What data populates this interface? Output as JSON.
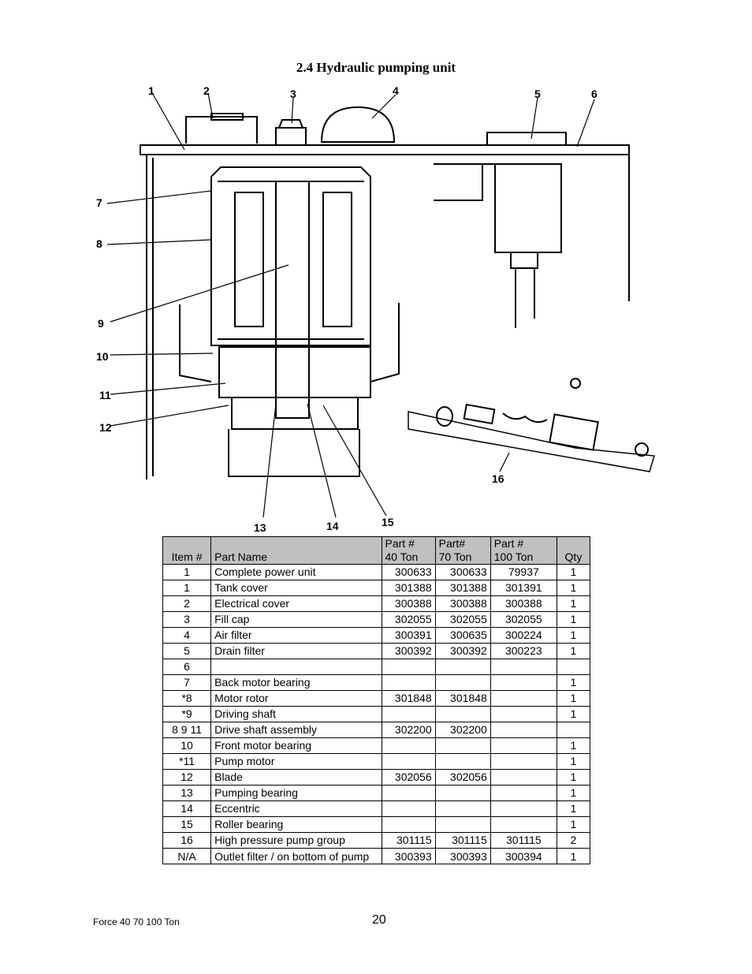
{
  "section_title": "2.4 Hydraulic pumping unit",
  "diagram": {
    "callouts": [
      "1",
      "2",
      "3",
      "4",
      "5",
      "6",
      "7",
      "8",
      "9",
      "10",
      "11",
      "12",
      "13",
      "14",
      "15",
      "16"
    ]
  },
  "table": {
    "headers": {
      "item": "Item #",
      "name": "Part Name",
      "p40": "Part #\n40 Ton",
      "p70": "Part#\n70 Ton",
      "p100": "Part #\n100 Ton",
      "qty": "Qty"
    },
    "rows": [
      {
        "item": "1",
        "name": "Complete power unit",
        "p40": "300633",
        "p70": "300633",
        "p100": "79937",
        "qty": "1"
      },
      {
        "item": "1",
        "name": "Tank cover",
        "p40": "301388",
        "p70": "301388",
        "p100": "301391",
        "qty": "1"
      },
      {
        "item": "2",
        "name": "Electrical cover",
        "p40": "300388",
        "p70": "300388",
        "p100": "300388",
        "qty": "1"
      },
      {
        "item": "3",
        "name": "Fill cap",
        "p40": "302055",
        "p70": "302055",
        "p100": "302055",
        "qty": "1"
      },
      {
        "item": "4",
        "name": "Air filter",
        "p40": "300391",
        "p70": "300635",
        "p100": "300224",
        "qty": "1"
      },
      {
        "item": "5",
        "name": "Drain filter",
        "p40": "300392",
        "p70": "300392",
        "p100": "300223",
        "qty": "1"
      },
      {
        "item": "6",
        "name": "",
        "p40": "",
        "p70": "",
        "p100": "",
        "qty": ""
      },
      {
        "item": "7",
        "name": "Back motor bearing",
        "p40": "",
        "p70": "",
        "p100": "",
        "qty": "1"
      },
      {
        "item": "*8",
        "name": "Motor rotor",
        "p40": "301848",
        "p70": "301848",
        "p100": "",
        "qty": "1"
      },
      {
        "item": "*9",
        "name": "Driving shaft",
        "p40": "",
        "p70": "",
        "p100": "",
        "qty": "1"
      },
      {
        "item": "8 9 11",
        "name": "Drive shaft assembly",
        "p40": "302200",
        "p70": "302200",
        "p100": "",
        "qty": ""
      },
      {
        "item": "10",
        "name": "Front motor bearing",
        "p40": "",
        "p70": "",
        "p100": "",
        "qty": "1"
      },
      {
        "item": "*11",
        "name": "Pump motor",
        "p40": "",
        "p70": "",
        "p100": "",
        "qty": "1"
      },
      {
        "item": "12",
        "name": "Blade",
        "p40": "302056",
        "p70": "302056",
        "p100": "",
        "qty": "1"
      },
      {
        "item": "13",
        "name": "Pumping bearing",
        "p40": "",
        "p70": "",
        "p100": "",
        "qty": "1"
      },
      {
        "item": "14",
        "name": "Eccentric",
        "p40": "",
        "p70": "",
        "p100": "",
        "qty": "1"
      },
      {
        "item": "15",
        "name": "Roller bearing",
        "p40": "",
        "p70": "",
        "p100": "",
        "qty": "1"
      },
      {
        "item": "16",
        "name": "High pressure pump group",
        "p40": "301115",
        "p70": "301115",
        "p100": "301115",
        "qty": "2"
      },
      {
        "item": "N/A",
        "name": "Outlet filter / on bottom of pump",
        "p40": "300393",
        "p70": "300393",
        "p100": "300394",
        "qty": "1"
      }
    ]
  },
  "footer": {
    "doc_label": "Force 40 70 100 Ton",
    "page_number": "20"
  }
}
